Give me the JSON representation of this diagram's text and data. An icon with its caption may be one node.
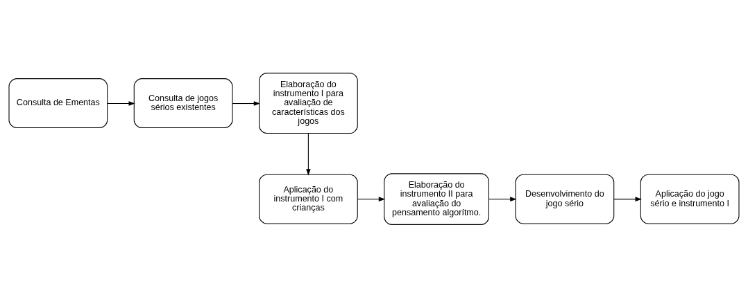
{
  "diagram": {
    "nodes": [
      {
        "text": [
          "Consulta de Ementas"
        ]
      },
      {
        "text": [
          "Consulta de jogos sérios existentes"
        ]
      },
      {
        "text": [
          "Elaboração do instrumento I para avaliação de características dos jogos"
        ]
      },
      {
        "text": [
          "Aplicação do instrumento I com crianças"
        ]
      },
      {
        "text": [
          "Elaboração do instrumento II para avaliação do pensamento algorítmo."
        ]
      },
      {
        "text": [
          "Desenvolvimento do jogo sério"
        ]
      },
      {
        "text": [
          "Aplicação do jogo sério e instrumento I"
        ]
      }
    ],
    "edges": [
      {
        "from": 0,
        "to": 1,
        "arrow": "to"
      },
      {
        "from": 1,
        "to": 2,
        "arrow": "to"
      },
      {
        "from": 2,
        "to": 3,
        "arrow": "to"
      },
      {
        "from": 3,
        "to": 4,
        "arrow": "to"
      },
      {
        "from": 4,
        "to": 5,
        "arrow": "to"
      },
      {
        "from": 5,
        "to": 6,
        "arrow": "to"
      }
    ]
  }
}
